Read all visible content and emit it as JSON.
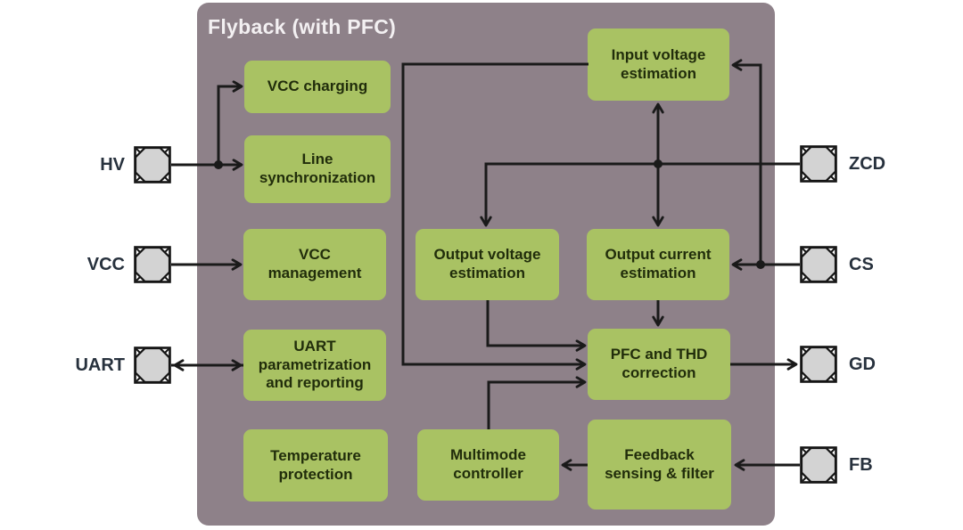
{
  "title": "Flyback (with PFC)",
  "colors": {
    "canvas": "#ffffff",
    "container": "#8e8189",
    "block": "#a9c263",
    "block-text": "#212d0b",
    "wire": "#1a1a1a",
    "title-text": "#f3f0f2",
    "pin-fill": "#d3d3d3",
    "pin-stroke": "#141414",
    "pin-label": "#27313d"
  },
  "blocks": [
    {
      "id": "vcc-charging",
      "label": "VCC charging"
    },
    {
      "id": "line-synchronization",
      "label": "Line synchronization"
    },
    {
      "id": "vcc-management",
      "label": "VCC management"
    },
    {
      "id": "uart-parametrization",
      "label": "UART parametrization and reporting"
    },
    {
      "id": "temperature-protection",
      "label": "Temperature protection"
    },
    {
      "id": "input-voltage-estimation",
      "label": "Input voltage estimation"
    },
    {
      "id": "output-voltage-estimation",
      "label": "Output voltage estimation"
    },
    {
      "id": "output-current-estimation",
      "label": "Output current estimation"
    },
    {
      "id": "pfc-thd-correction",
      "label": "PFC and THD correction"
    },
    {
      "id": "multimode-controller",
      "label": "Multimode controller"
    },
    {
      "id": "feedback-sensing-filter",
      "label": "Feedback sensing & filter"
    }
  ],
  "pins": [
    {
      "label": "HV",
      "side": "left"
    },
    {
      "label": "VCC",
      "side": "left"
    },
    {
      "label": "UART",
      "side": "left"
    },
    {
      "label": "ZCD",
      "side": "right"
    },
    {
      "label": "CS",
      "side": "right"
    },
    {
      "label": "GD",
      "side": "right"
    },
    {
      "label": "FB",
      "side": "right"
    }
  ],
  "connections": [
    "HV -> Line synchronization",
    "HV -> VCC charging",
    "VCC -> VCC management",
    "UART <-> UART parametrization and reporting",
    "ZCD -> Input voltage estimation",
    "ZCD -> Output voltage estimation",
    "ZCD -> Output current estimation",
    "CS -> Output current estimation",
    "CS -> Input voltage estimation",
    "Input voltage estimation -> PFC and THD correction",
    "Output voltage estimation -> PFC and THD correction",
    "Output current estimation -> PFC and THD correction",
    "Multimode controller -> PFC and THD correction",
    "PFC and THD correction -> GD",
    "FB -> Feedback sensing & filter",
    "Feedback sensing & filter -> Multimode controller"
  ]
}
